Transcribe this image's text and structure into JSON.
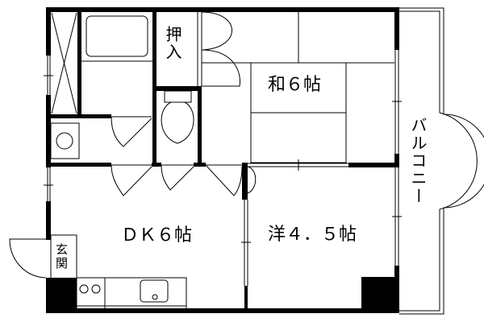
{
  "rooms": {
    "japanese_room": "和６帖",
    "western_room": "洋４．５帖",
    "dining_kitchen": "ＤＫ６帖",
    "closet": "押入",
    "entrance": "玄関",
    "balcony": "バルコニー"
  },
  "colors": {
    "line": "#000000",
    "background": "#ffffff"
  }
}
